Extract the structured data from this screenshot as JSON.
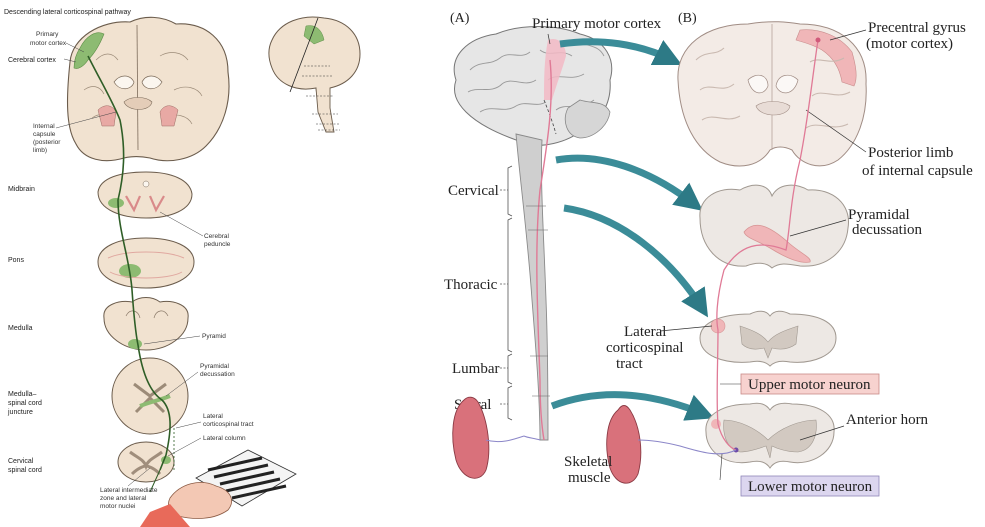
{
  "left": {
    "title": "Descending lateral corticospinal pathway",
    "labels": {
      "primary_motor_cortex": [
        "Primary",
        "motor cortex"
      ],
      "cerebral_cortex": "Cerebral cortex",
      "internal_capsule": [
        "Internal",
        "capsule",
        "(posterior",
        "limb)"
      ],
      "midbrain": "Midbrain",
      "cerebral_peduncle": [
        "Cerebral",
        "peduncle"
      ],
      "pons": "Pons",
      "medulla": "Medulla",
      "pyramid": "Pyramid",
      "pyramidal_decussation": [
        "Pyramidal",
        "decussation"
      ],
      "medulla_spinal_cord_juncture": [
        "Medulla–",
        "spinal cord",
        "juncture"
      ],
      "lateral_corticospinal_tract": [
        "Lateral",
        "corticospinal tract"
      ],
      "lateral_column": "Lateral column",
      "cervical_spinal_cord": [
        "Cervical",
        "spinal cord"
      ],
      "lateral_intermediate_zone": [
        "Lateral intermediate",
        "zone and lateral",
        "motor nuclei"
      ]
    }
  },
  "right": {
    "panel_a": "(A)",
    "panel_b": "(B)",
    "labels": {
      "primary_motor_cortex": "Primary motor cortex",
      "precentral_gyrus": [
        "Precentral gyrus",
        "(motor cortex)"
      ],
      "cervical": "Cervical",
      "thoracic": "Thoracic",
      "lumbar": "Lumbar",
      "sacral": "Sacral",
      "posterior_limb": [
        "Posterior limb",
        "of internal  capsule"
      ],
      "pyramidal_decussation": [
        "Pyramidal",
        "decussation"
      ],
      "lateral_corticospinal_tract": [
        "Lateral",
        "corticospinal",
        "tract"
      ],
      "upper_motor_neuron": "Upper motor neuron",
      "anterior_horn": "Anterior horn",
      "skeletal_muscle": [
        "Skeletal",
        "muscle"
      ],
      "lower_motor_neuron": "Lower motor neuron"
    }
  },
  "colors": {
    "tissue": "#f1e2d0",
    "tissue_edge": "#6b5c4c",
    "tract_green": "#8dbb72",
    "path_green": "#2f5e27",
    "motor_pink": "#e07a96",
    "arrow_teal": "#3b8c98",
    "upper_box": "#f7d2cf",
    "lower_box": "#dcd6ef",
    "muscle": "#d9717b"
  }
}
